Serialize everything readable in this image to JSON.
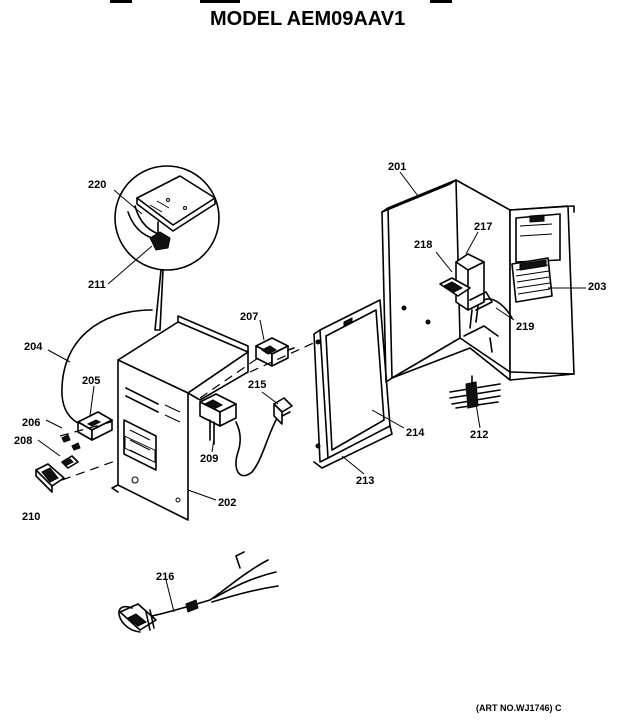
{
  "title": "MODEL AEM09AAV1",
  "art_number": "(ART NO.WJ1746) C",
  "parts": {
    "p201": "201",
    "p202": "202",
    "p203": "203",
    "p204": "204",
    "p205": "205",
    "p206": "206",
    "p207": "207",
    "p208": "208",
    "p209": "209",
    "p210": "210",
    "p211": "211",
    "p212": "212",
    "p213": "213",
    "p214": "214",
    "p215": "215",
    "p216": "216",
    "p217": "217",
    "p218": "218",
    "p219": "219",
    "p220": "220"
  }
}
